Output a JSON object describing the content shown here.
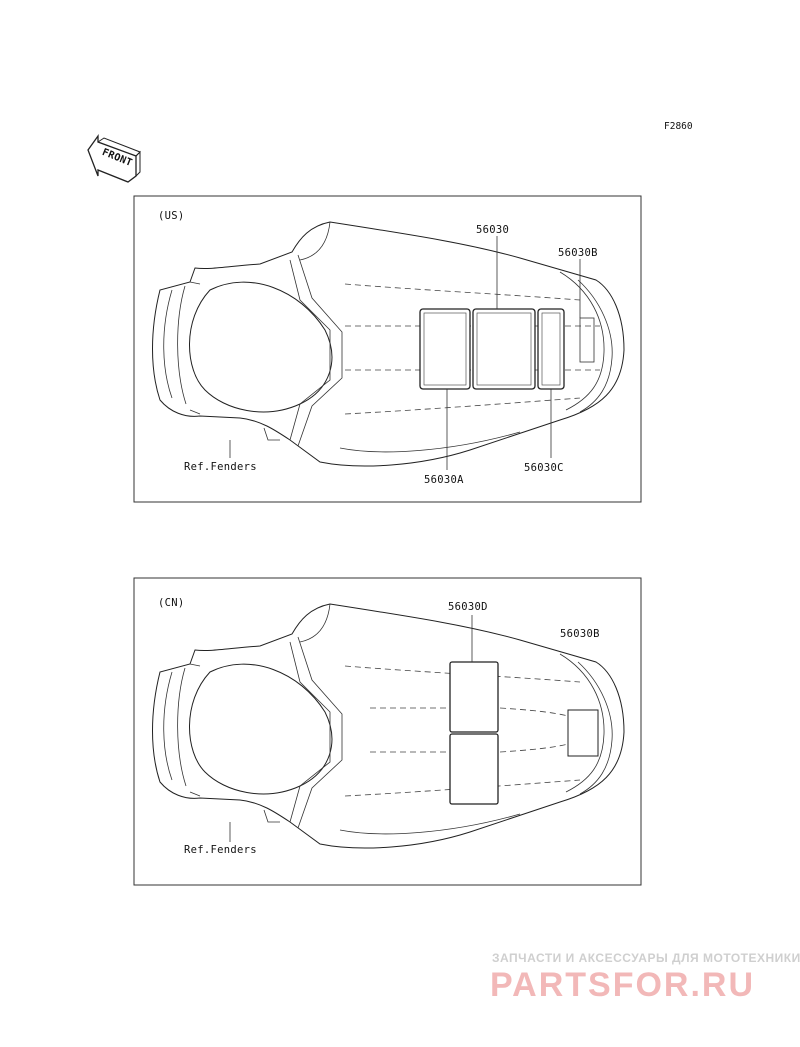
{
  "figure_code": "F2860",
  "front_label": "FRONT",
  "panels": [
    {
      "region": "(US)",
      "ref_label": "Ref.Fenders",
      "parts": [
        "56030",
        "56030B",
        "56030A",
        "56030C"
      ]
    },
    {
      "region": "(CN)",
      "ref_label": "Ref.Fenders",
      "parts": [
        "56030D",
        "56030B"
      ]
    }
  ],
  "watermark": {
    "tagline": "ЗАПЧАСТИ И АКСЕССУАРЫ ДЛЯ МОТОТЕХНИКИ",
    "brand": "PARTSFOR.RU"
  }
}
